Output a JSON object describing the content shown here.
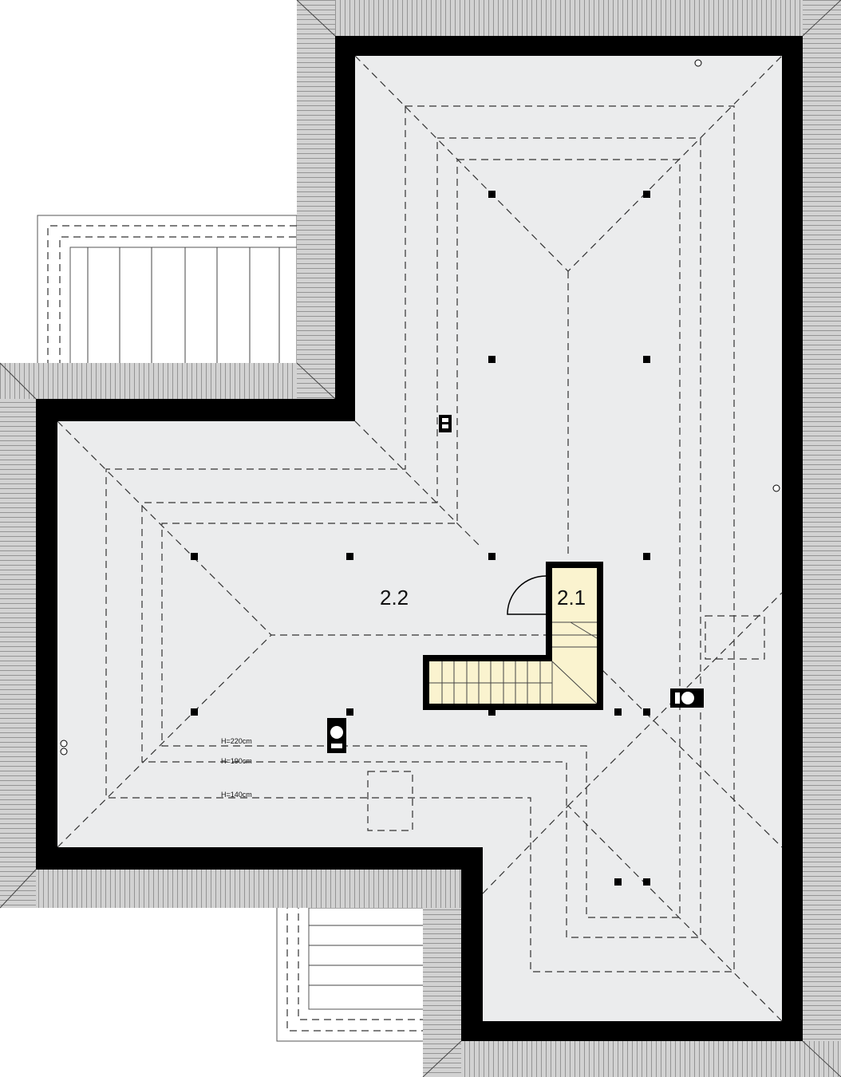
{
  "rooms": [
    {
      "id": "2.1",
      "label": "2.1"
    },
    {
      "id": "2.2",
      "label": "2.2"
    }
  ],
  "height_lines": [
    "H=220cm",
    "H=190cm",
    "H=140cm"
  ],
  "colors": {
    "wall": "#000000",
    "floor": "#ebeced",
    "eaves": "#c9c9c9",
    "stair_room": "#faf3cf"
  }
}
